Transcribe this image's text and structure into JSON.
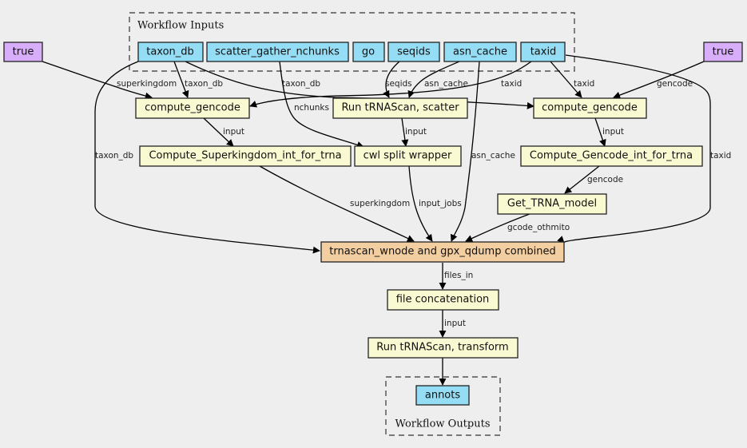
{
  "clusters": {
    "inputs_label": "Workflow Inputs",
    "outputs_label": "Workflow Outputs"
  },
  "colors": {
    "background": "#eeeeee",
    "input_node": "#94ddf4",
    "step_node": "#fafad2",
    "constant_node": "#d8aefa",
    "combined_node": "#f3cea1",
    "output_node": "#94ddf4"
  },
  "nodes": {
    "true_left": "true",
    "true_right": "true",
    "taxon_db": "taxon_db",
    "scatter_gather_nchunks": "scatter_gather_nchunks",
    "go": "go",
    "seqids": "seqids",
    "asn_cache": "asn_cache",
    "taxid": "taxid",
    "compute_gencode_left": "compute_gencode",
    "run_trnascan_scatter": "Run tRNAScan, scatter",
    "compute_gencode_right": "compute_gencode",
    "compute_superkingdom": "Compute_Superkingdom_int_for_trna",
    "cwl_split_wrapper": "cwl split wrapper",
    "compute_gencode_int": "Compute_Gencode_int_for_trna",
    "get_trna_model": "Get_TRNA_model",
    "trnascan_combined": "trnascan_wnode and gpx_qdump combined",
    "file_concatenation": "file concatenation",
    "run_trnascan_transform": "Run tRNAScan, transform",
    "annots": "annots"
  },
  "edge_labels": {
    "true_to_cg_left": "superkingdom",
    "taxondb_to_cg_left": "taxon_db",
    "taxondb_to_scatter": "taxon_db",
    "nchunks_to_split": "nchunks",
    "seqids_to_scatter": "seqids",
    "asncache_to_scatter": "asn_cache",
    "taxid_to_cg_left": "taxid",
    "taxid_to_cg_right": "taxid",
    "true_to_cg_right": "gencode",
    "cg_left_to_superkingdom": "input",
    "scatter_to_split": "input",
    "cg_right_to_gencode_int": "input",
    "taxondb_to_combined": "taxon_db",
    "asncache_to_combined": "asn_cache",
    "taxid_to_combined": "taxid",
    "gencode_int_to_model": "gencode",
    "superkingdom_to_combined": "superkingdom",
    "split_to_combined": "input_jobs",
    "model_to_combined": "gcode_othmito",
    "combined_to_concat": "files_in",
    "concat_to_transform": "input"
  }
}
